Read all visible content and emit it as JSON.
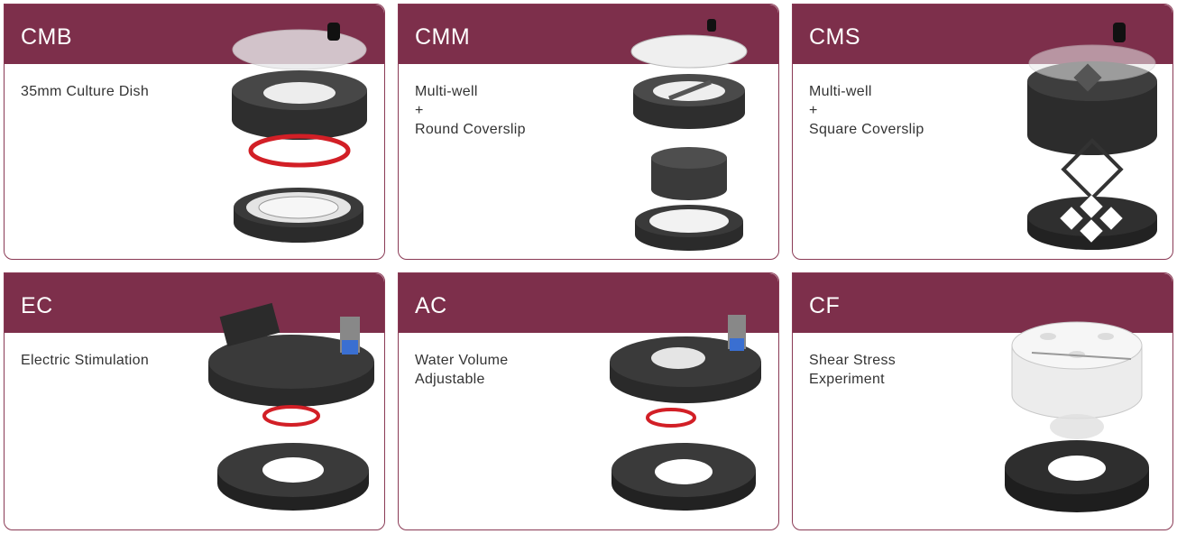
{
  "cards": [
    {
      "title": "CMB",
      "desc": [
        "35mm Culture Dish"
      ],
      "product_icon": "culture-dish-chamber-image"
    },
    {
      "title": "CMM",
      "desc": [
        "Multi-well",
        "+",
        "Round Coverslip"
      ],
      "product_icon": "round-coverslip-chamber-image"
    },
    {
      "title": "CMS",
      "desc": [
        "Multi-well",
        "+",
        "Square Coverslip"
      ],
      "product_icon": "square-coverslip-chamber-image"
    },
    {
      "title": "EC",
      "desc": [
        "Electric Stimulation"
      ],
      "product_icon": "electric-stimulation-chamber-image"
    },
    {
      "title": "AC",
      "desc": [
        "Water Volume",
        "Adjustable"
      ],
      "product_icon": "water-volume-chamber-image"
    },
    {
      "title": "CF",
      "desc": [
        "Shear Stress",
        "Experiment"
      ],
      "product_icon": "shear-stress-chamber-image"
    }
  ],
  "colors": {
    "header": "#7d2f4b",
    "ring_red": "#d21f26",
    "product_dark": "#3a3a3a"
  }
}
